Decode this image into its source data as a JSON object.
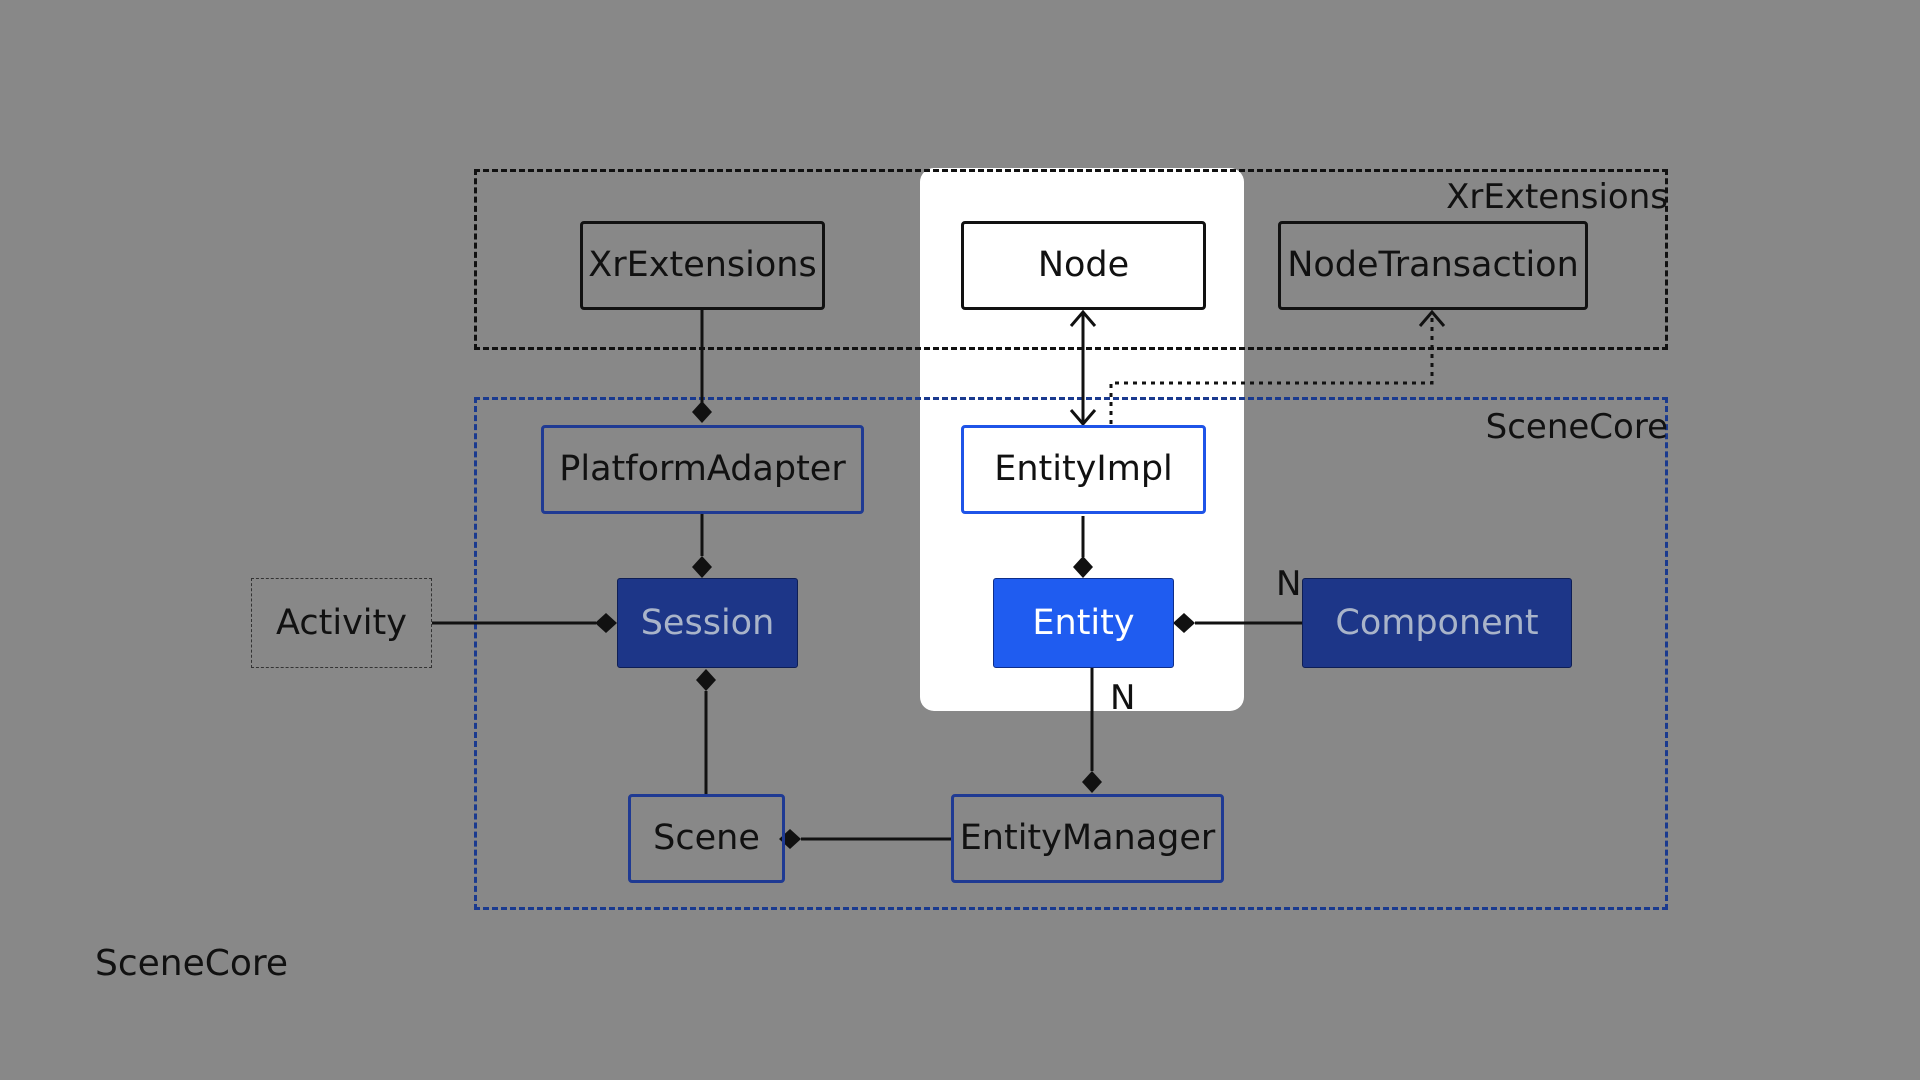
{
  "groups": {
    "xr_extensions": "XrExtensions",
    "scene_core": "SceneCore"
  },
  "nodes": {
    "xr_extensions": "XrExtensions",
    "node": "Node",
    "node_transaction": "NodeTransaction",
    "platform_adapter": "PlatformAdapter",
    "entity_impl": "EntityImpl",
    "activity": "Activity",
    "session": "Session",
    "entity": "Entity",
    "component": "Component",
    "scene": "Scene",
    "entity_manager": "EntityManager"
  },
  "multiplicities": {
    "component_to_entity": "N",
    "entity_to_manager": "N"
  },
  "caption": "SceneCore",
  "colors": {
    "background": "#888888",
    "highlight_panel": "#ffffff",
    "scene_core_border": "#1a3a8f",
    "navy_fill": "#1d3688",
    "entity_fill": "#1f5cf0"
  }
}
